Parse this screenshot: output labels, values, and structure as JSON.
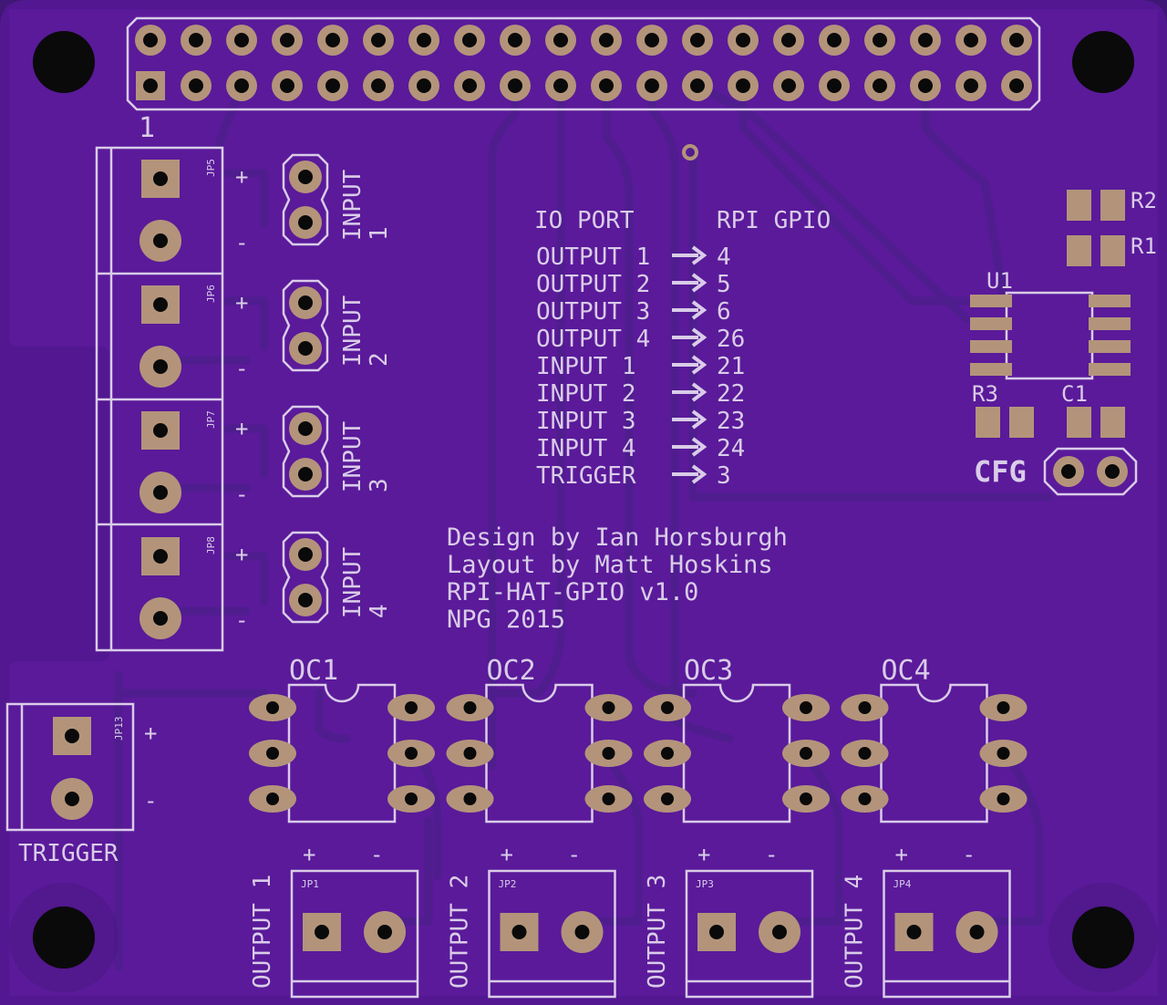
{
  "board": {
    "colors": {
      "board": "#5a1a9a",
      "silkscreen": "#d9cce8",
      "copper": "#b3947a",
      "drill": "#0a0a0a"
    },
    "header_pin1_label": "1",
    "input_connectors": [
      {
        "ref": "JP5",
        "plus": "+",
        "minus": "-",
        "jumper_label": "INPUT",
        "jumper_num": "1"
      },
      {
        "ref": "JP6",
        "plus": "+",
        "minus": "-",
        "jumper_label": "INPUT",
        "jumper_num": "2"
      },
      {
        "ref": "JP7",
        "plus": "+",
        "minus": "-",
        "jumper_label": "INPUT",
        "jumper_num": "3"
      },
      {
        "ref": "JP8",
        "plus": "+",
        "minus": "-",
        "jumper_label": "INPUT",
        "jumper_num": "4"
      }
    ],
    "mapping_header": {
      "left": "IO PORT",
      "right": "RPI GPIO"
    },
    "mapping_rows": [
      {
        "port": "OUTPUT 1",
        "gpio": "4"
      },
      {
        "port": "OUTPUT 2",
        "gpio": "5"
      },
      {
        "port": "OUTPUT 3",
        "gpio": "6"
      },
      {
        "port": "OUTPUT 4",
        "gpio": "26"
      },
      {
        "port": "INPUT  1",
        "gpio": "21"
      },
      {
        "port": "INPUT  2",
        "gpio": "22"
      },
      {
        "port": "INPUT  3",
        "gpio": "23"
      },
      {
        "port": "INPUT  4",
        "gpio": "24"
      },
      {
        "port": "TRIGGER",
        "gpio": "3"
      }
    ],
    "credits": [
      "Design by Ian Horsburgh",
      "Layout by Matt Hoskins",
      "RPI-HAT-GPIO v1.0",
      "NPG 2015"
    ],
    "parts": {
      "r2": "R2",
      "r1": "R1",
      "u1": "U1",
      "r3": "R3",
      "c1": "C1",
      "cfg": "CFG"
    },
    "optocouplers": [
      "OC1",
      "OC2",
      "OC3",
      "OC4"
    ],
    "trigger": {
      "ref": "JP13",
      "plus": "+",
      "minus": "-",
      "label": "TRIGGER"
    },
    "outputs": [
      {
        "ref": "JP1",
        "label": "OUTPUT 1",
        "plus": "+",
        "minus": "-"
      },
      {
        "ref": "JP2",
        "label": "OUTPUT 2",
        "plus": "+",
        "minus": "-"
      },
      {
        "ref": "JP3",
        "label": "OUTPUT 3",
        "plus": "+",
        "minus": "-"
      },
      {
        "ref": "JP4",
        "label": "OUTPUT 4",
        "plus": "+",
        "minus": "-"
      }
    ]
  }
}
